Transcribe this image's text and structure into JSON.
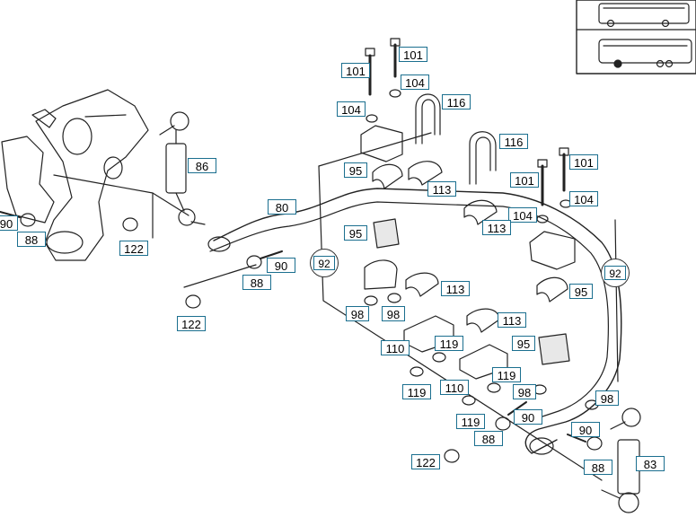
{
  "colors": {
    "callout_border": "#1b6f8f",
    "line": "#222222",
    "part_fill": "#ffffff",
    "part_shade": "#e8e8e8"
  },
  "inset": {
    "icon": "bus-vehicle-icon"
  },
  "callouts": {
    "c101a": "101",
    "c101b": "101",
    "c101c": "101",
    "c101d": "101",
    "c104a": "104",
    "c104b": "104",
    "c104c": "104",
    "c104d": "104",
    "c116a": "116",
    "c116b": "116",
    "c95a": "95",
    "c95b": "95",
    "c95c": "95",
    "c95d": "95",
    "c113a": "113",
    "c113b": "113",
    "c113c": "113",
    "c113d": "113",
    "c86": "86",
    "c80": "80",
    "c90a": "90",
    "c90b": "90",
    "c90c": "90",
    "c90d": "90",
    "c88a": "88",
    "c88b": "88",
    "c88c": "88",
    "c88d": "88",
    "c122a": "122",
    "c122b": "122",
    "c122c": "122",
    "c92a": "92",
    "c92b": "92",
    "c98a": "98",
    "c98b": "98",
    "c98c": "98",
    "c98d": "98",
    "c110a": "110",
    "c110b": "110",
    "c119a": "119",
    "c119b": "119",
    "c119c": "119",
    "c119d": "119",
    "c83": "83"
  }
}
